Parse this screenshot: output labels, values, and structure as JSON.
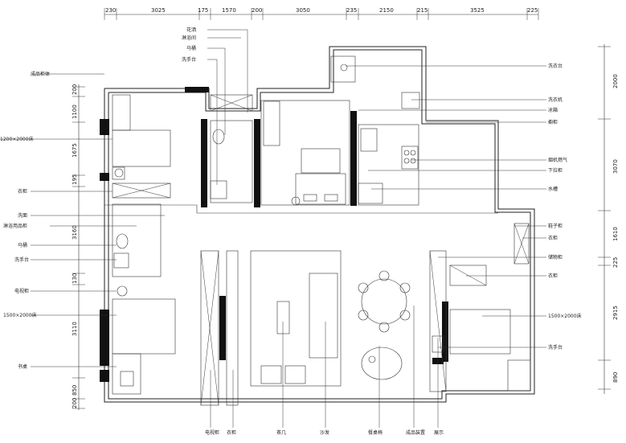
{
  "top_dims": [
    "230",
    "3025",
    "175",
    "1570",
    "200",
    "3050",
    "235",
    "2150",
    "215",
    "3525",
    "225"
  ],
  "left_dims": [
    "200",
    "1100",
    "1675",
    "195",
    "3160",
    "130",
    "3110",
    "850",
    "200"
  ],
  "right_dims": [
    "2000",
    "3070",
    "1610",
    "225",
    "2915",
    "890"
  ],
  "labels": {
    "left": [
      "成品柜体",
      "1200×2000床",
      "衣柜",
      "洗面",
      "淋浴用品柜",
      "马桶",
      "洗手台",
      "电视柜",
      "1500×2000床",
      "书桌"
    ],
    "top": [
      "花洒",
      "淋浴间",
      "马桶",
      "洗手台"
    ],
    "right": [
      "洗衣台",
      "洗衣机",
      "冰箱",
      "橱柜",
      "烟机燃气",
      "下拉柜",
      "水槽",
      "鞋子柜",
      "衣柜",
      "储物柜",
      "衣柜",
      "1500×2000床",
      "洗手台"
    ],
    "bottom": [
      "电视柜",
      "衣柜",
      "茶几",
      "沙发",
      "餐桌椅",
      "成品装置",
      "展示"
    ]
  }
}
